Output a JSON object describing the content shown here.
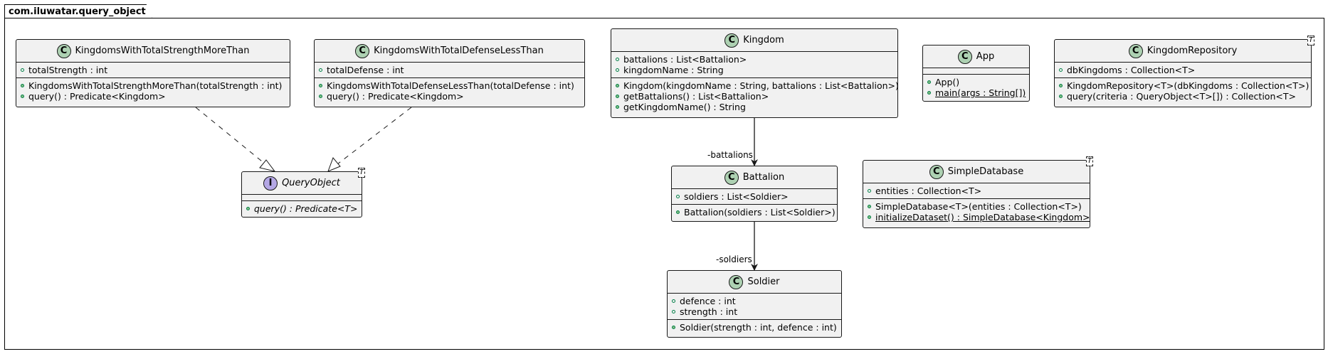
{
  "package": {
    "name": "com.iluwatar.query_object"
  },
  "classes": {
    "strength": {
      "name": "KingdomsWithTotalStrengthMoreThan",
      "stereotype": "C",
      "fields": [
        "totalStrength : int"
      ],
      "methods": [
        "KingdomsWithTotalStrengthMoreThan(totalStrength : int)",
        "query() : Predicate<Kingdom>"
      ]
    },
    "defense": {
      "name": "KingdomsWithTotalDefenseLessThan",
      "stereotype": "C",
      "fields": [
        "totalDefense : int"
      ],
      "methods": [
        "KingdomsWithTotalDefenseLessThan(totalDefense : int)",
        "query() : Predicate<Kingdom>"
      ]
    },
    "queryobject": {
      "name": "QueryObject",
      "stereotype": "I",
      "generic": "T",
      "methods": [
        "query() : Predicate<T>"
      ]
    },
    "kingdom": {
      "name": "Kingdom",
      "stereotype": "C",
      "fields": [
        "battalions : List<Battalion>",
        "kingdomName : String"
      ],
      "methods": [
        "Kingdom(kingdomName : String, battalions : List<Battalion>)",
        "getBattalions() : List<Battalion>",
        "getKingdomName() : String"
      ]
    },
    "app": {
      "name": "App",
      "stereotype": "C",
      "methods": [
        "App()",
        "main(args : String[])"
      ]
    },
    "repository": {
      "name": "KingdomRepository",
      "stereotype": "C",
      "generic": "T",
      "fields": [
        "dbKingdoms : Collection<T>"
      ],
      "methods": [
        "KingdomRepository<T>(dbKingdoms : Collection<T>)",
        "query(criteria : QueryObject<T>[]) : Collection<T>"
      ]
    },
    "battalion": {
      "name": "Battalion",
      "stereotype": "C",
      "fields": [
        "soldiers : List<Soldier>"
      ],
      "methods": [
        "Battalion(soldiers : List<Soldier>)"
      ]
    },
    "database": {
      "name": "SimpleDatabase",
      "stereotype": "C",
      "generic": "T",
      "fields": [
        "entities : Collection<T>"
      ],
      "methods": [
        "SimpleDatabase<T>(entities : Collection<T>)",
        "initializeDataset() : SimpleDatabase<Kingdom>"
      ]
    },
    "soldier": {
      "name": "Soldier",
      "stereotype": "C",
      "fields": [
        "defence : int",
        "strength : int"
      ],
      "methods": [
        "Soldier(strength : int, defence : int)"
      ]
    }
  },
  "relations": {
    "battalions_label": "-battalions",
    "soldiers_label": "-soldiers"
  }
}
